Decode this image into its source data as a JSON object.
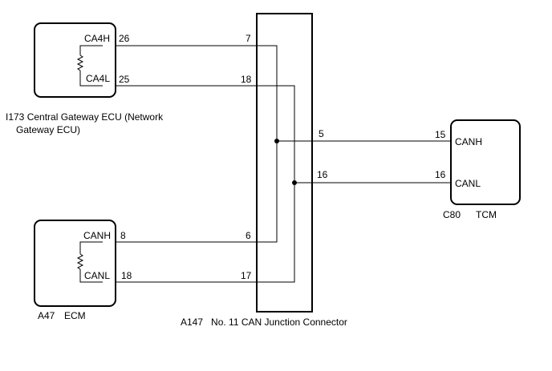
{
  "gateway_ecu": {
    "pin_label_high": "CA4H",
    "pin_num_high": "26",
    "pin_label_low": "CA4L",
    "pin_num_low": "25",
    "caption_line1": "I173 Central Gateway ECU (Network",
    "caption_line2": "Gateway ECU)"
  },
  "ecm": {
    "pin_label_high": "CANH",
    "pin_num_high": "8",
    "pin_label_low": "CANL",
    "pin_num_low": "18",
    "caption_code": "A47",
    "caption_name": "ECM"
  },
  "tcm": {
    "pin_label_high": "CANH",
    "pin_num_high": "15",
    "pin_label_low": "CANL",
    "pin_num_low": "16",
    "caption_code": "C80",
    "caption_name": "TCM"
  },
  "junction": {
    "pin_gateway_high": "7",
    "pin_gateway_low": "18",
    "pin_tcm_high": "5",
    "pin_tcm_low": "16",
    "pin_ecm_high": "6",
    "pin_ecm_low": "17",
    "caption": "A147   No. 11 CAN Junction Connector"
  },
  "icons": {
    "gateway_resistor": "terminating-resistor-icon",
    "ecm_resistor": "terminating-resistor-icon",
    "splice": "splice-point-icon"
  }
}
